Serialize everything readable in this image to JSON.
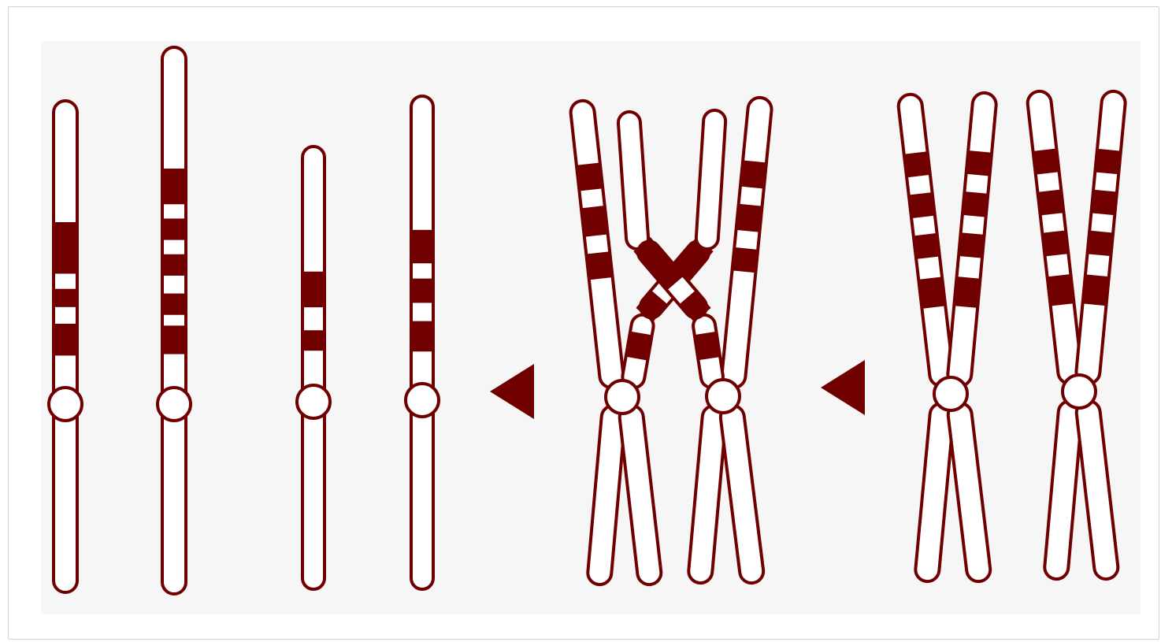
{
  "diagram": {
    "subject": "chromosomes",
    "colors": {
      "outline": "#700000",
      "band": "#700000",
      "fill": "#ffffff",
      "background": "#f6f6f7",
      "arrow": "#700000"
    },
    "stages": [
      {
        "id": "single-chromosomes",
        "count": 4
      },
      {
        "id": "crossing-over-pair",
        "count": 2
      },
      {
        "id": "recombined-pair",
        "count": 2
      }
    ],
    "arrows": [
      {
        "id": "arrow-1",
        "direction": "left"
      },
      {
        "id": "arrow-2",
        "direction": "left"
      }
    ]
  }
}
